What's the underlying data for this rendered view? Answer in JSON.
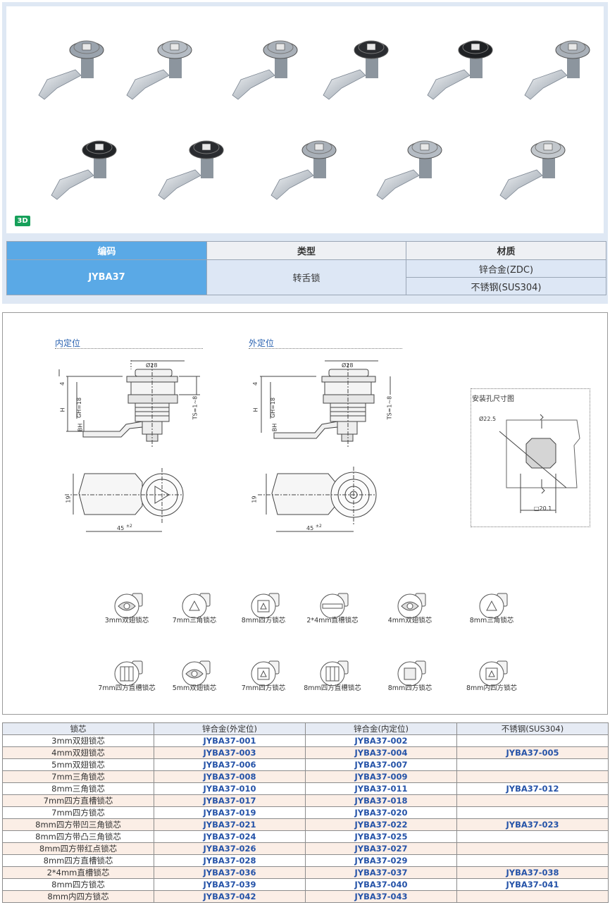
{
  "badge_3d": "3D",
  "spec": {
    "headers": [
      "编码",
      "类型",
      "材质"
    ],
    "code": "JYBA37",
    "type": "转舌锁",
    "materials": [
      "锌合金(ZDC)",
      "不锈钢(SUS304)"
    ]
  },
  "drawing": {
    "internal_title": "内定位",
    "external_title": "外定位",
    "mount_title": "安装孔尺寸图",
    "dims": {
      "dia28": "Ø28",
      "four": "4",
      "H": "H",
      "GH": "GH=18",
      "BH": "BH",
      "TS": "TS=1~8",
      "nineteen": "19",
      "fortyfive": "45",
      "tol": "±2",
      "dia225": "Ø22.5",
      "sq201": "□20.1"
    },
    "cores_row1": [
      "3mm双翅锁芯",
      "7mm三角锁芯",
      "8mm四方锁芯",
      "2*4mm直槽锁芯",
      "4mm双翅锁芯",
      "8mm三角锁芯"
    ],
    "cores_row2": [
      "7mm四方直槽锁芯",
      "5mm双翅锁芯",
      "7mm四方锁芯",
      "8mm四方直槽锁芯",
      "8mm四方锁芯",
      "8mm内四方锁芯"
    ]
  },
  "parts": {
    "headers": [
      "锁芯",
      "锌合金(外定位)",
      "锌合金(内定位)",
      "不锈钢(SUS304)"
    ],
    "rows": [
      [
        "3mm双翅锁芯",
        "JYBA37-001",
        "JYBA37-002",
        ""
      ],
      [
        "4mm双翅锁芯",
        "JYBA37-003",
        "JYBA37-004",
        "JYBA37-005"
      ],
      [
        "5mm双翅锁芯",
        "JYBA37-006",
        "JYBA37-007",
        ""
      ],
      [
        "7mm三角锁芯",
        "JYBA37-008",
        "JYBA37-009",
        ""
      ],
      [
        "8mm三角锁芯",
        "JYBA37-010",
        "JYBA37-011",
        "JYBA37-012"
      ],
      [
        "7mm四方直槽锁芯",
        "JYBA37-017",
        "JYBA37-018",
        ""
      ],
      [
        "7mm四方锁芯",
        "JYBA37-019",
        "JYBA37-020",
        ""
      ],
      [
        "8mm四方带凹三角锁芯",
        "JYBA37-021",
        "JYBA37-022",
        "JYBA37-023"
      ],
      [
        "8mm四方带凸三角锁芯",
        "JYBA37-024",
        "JYBA37-025",
        ""
      ],
      [
        "8mm四方带红点锁芯",
        "JYBA37-026",
        "JYBA37-027",
        ""
      ],
      [
        "8mm四方直槽锁芯",
        "JYBA37-028",
        "JYBA37-029",
        ""
      ],
      [
        "2*4mm直槽锁芯",
        "JYBA37-036",
        "JYBA37-037",
        "JYBA37-038"
      ],
      [
        "8mm四方锁芯",
        "JYBA37-039",
        "JYBA37-040",
        "JYBA37-041"
      ],
      [
        "8mm内四方锁芯",
        "JYBA37-042",
        "JYBA37-043",
        ""
      ]
    ]
  }
}
